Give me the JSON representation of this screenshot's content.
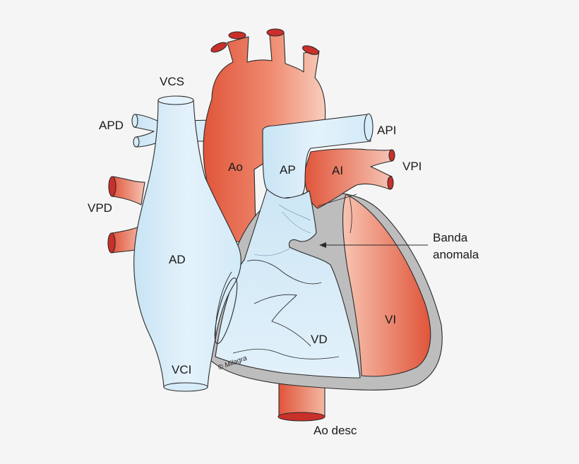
{
  "labels": {
    "vcs": "VCS",
    "apd": "APD",
    "vpd": "VPD",
    "ad": "AD",
    "vci": "VCI",
    "ao": "Ao",
    "ap": "AP",
    "ai": "AI",
    "api": "API",
    "vpi": "VPI",
    "vi": "VI",
    "vd": "VD",
    "ao_desc": "Ao desc",
    "banda_line1": "Banda",
    "banda_line2": "anomala",
    "copyright": "© Milagra"
  },
  "colors": {
    "artery_dark": "#e0553a",
    "artery_light": "#f6c4b4",
    "vein_fill": "#d6ecf8",
    "vein_light": "#eaf5fc",
    "wall_gray": "#bdbdbd",
    "outline": "#2a2a2a"
  }
}
